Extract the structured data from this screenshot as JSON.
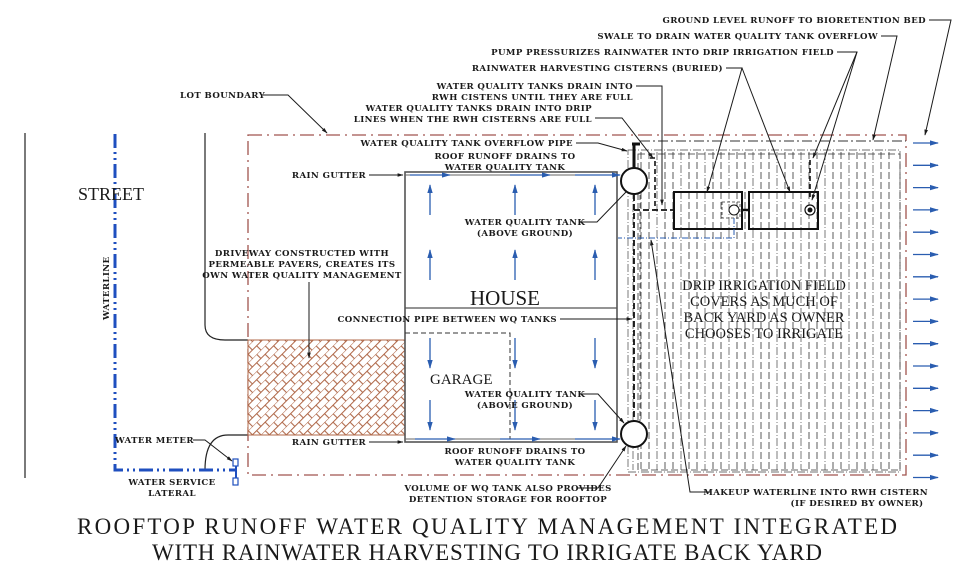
{
  "title": {
    "line1": "ROOFTOP RUNOFF WATER QUALITY MANAGEMENT INTEGRATED",
    "line2": "WITH RAINWATER HARVESTING TO IRRIGATE BACK YARD"
  },
  "areas": {
    "street": "STREET",
    "waterline": "WATERLINE",
    "house": "HOUSE",
    "garage": "GARAGE",
    "drip_field": [
      "DRIP IRRIGATION FIELD",
      "COVERS AS MUCH OF",
      "BACK YARD AS OWNER",
      "CHOOSES TO IRRIGATE"
    ]
  },
  "callouts": {
    "ground_runoff": "GROUND LEVEL RUNOFF TO BIORETENTION BED",
    "swale": "SWALE TO DRAIN WATER QUALITY TANK OVERFLOW",
    "pump": "PUMP PRESSURIZES RAINWATER INTO DRIP IRRIGATION FIELD",
    "cisterns": "RAINWATER HARVESTING CISTERNS (BURIED)",
    "wq_drain_rwh": [
      "WATER QUALITY TANKS DRAIN INTO",
      "RWH CISTENS UNTIL THEY ARE FULL"
    ],
    "lot_boundary": "LOT BOUNDARY",
    "wq_drain_drip": [
      "WATER QUALITY TANKS DRAIN INTO DRIP",
      "LINES WHEN THE RWH CISTERNS ARE FULL"
    ],
    "overflow_pipe": "WATER QUALITY TANK OVERFLOW PIPE",
    "roof_runoff_top": [
      "ROOF RUNOFF DRAINS TO",
      "WATER QUALITY TANK"
    ],
    "rain_gutter_top": "RAIN GUTTER",
    "wq_tank_top": [
      "WATER QUALITY TANK",
      "(ABOVE GROUND)"
    ],
    "driveway": [
      "DRIVEWAY CONSTRUCTED WITH",
      "PERMEABLE PAVERS, CREATES ITS",
      "OWN WATER QUALITY MANAGEMENT"
    ],
    "connection_pipe": "CONNECTION PIPE BETWEEN WQ TANKS",
    "wq_tank_bottom": [
      "WATER QUALITY TANK",
      "(ABOVE GROUND)"
    ],
    "water_meter": "WATER METER",
    "rain_gutter_bottom": "RAIN GUTTER",
    "roof_runoff_bottom": [
      "ROOF RUNOFF DRAINS TO",
      "WATER QUALITY TANK"
    ],
    "water_service": [
      "WATER SERVICE",
      "LATERAL"
    ],
    "volume_wq": [
      "VOLUME OF WQ TANK ALSO PROVIDES",
      "DETENTION STORAGE FOR ROOFTOP"
    ],
    "makeup": [
      "MAKEUP WATERLINE INTO RWH CISTERN",
      "(IF DESIRED BY OWNER)"
    ]
  },
  "colors": {
    "lot_boundary": "#a0554f",
    "waterline": "#1f4fbf",
    "flow_arrows": "#2a5db0",
    "pavers": "#b0694a"
  }
}
